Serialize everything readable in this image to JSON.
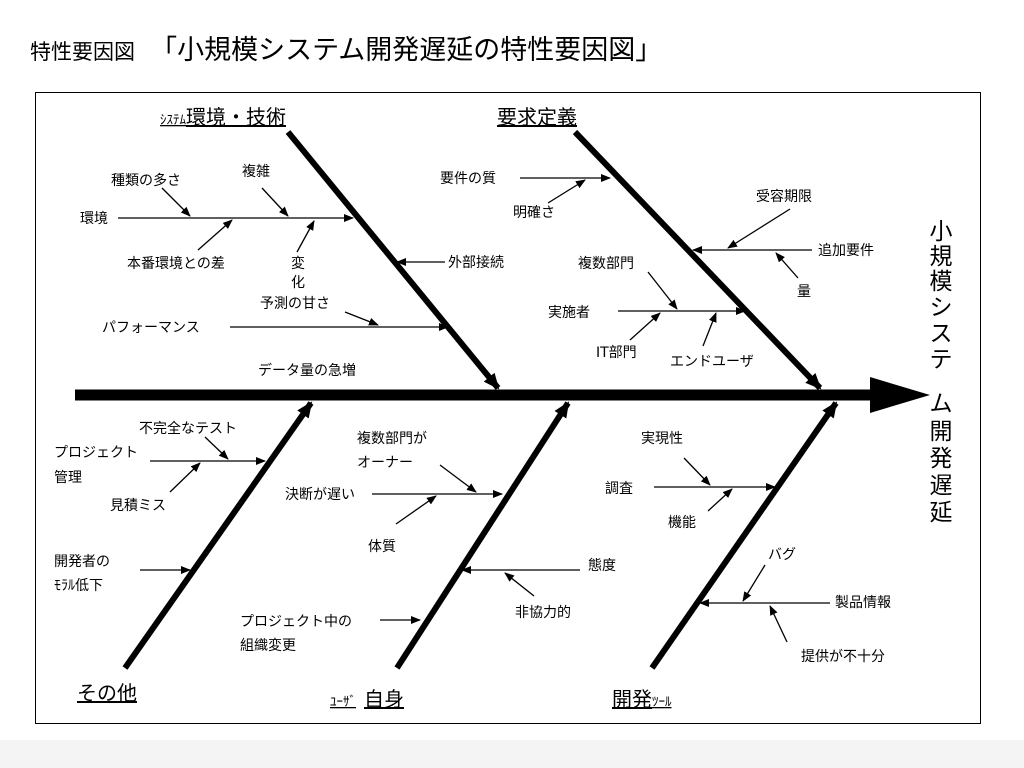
{
  "title": {
    "label": "特性要因図",
    "main": "「小規模システム開発遅延の特性要因図」"
  },
  "effect": [
    "小",
    "規",
    "模",
    "シ",
    "ス",
    "テ",
    "ム",
    "開",
    "発",
    "遅",
    "延"
  ],
  "categories": {
    "system_env": {
      "small": "ｼｽﾃﾑ",
      "main": "環境・技術"
    },
    "requirements": {
      "text": "要求定義"
    },
    "other": {
      "text": "その他"
    },
    "user": {
      "small": "ﾕｰｻﾞ",
      "main": "自身"
    },
    "dev_tool": {
      "main": "開発",
      "small": "ﾂｰﾙ"
    }
  },
  "system_env": {
    "types": "種類の多さ",
    "complex": "複雑",
    "env": "環境",
    "prod_diff": "本番環境との差",
    "change1": "変",
    "change2": "化",
    "external": "外部接続",
    "forecast": "予測の甘さ",
    "performance": "パフォーマンス",
    "data_growth": "データ量の急増"
  },
  "requirements": {
    "quality": "要件の質",
    "clarity": "明確さ",
    "acceptance": "受容期限",
    "added": "追加要件",
    "amount": "量",
    "multi_dept": "複数部門",
    "implementer": "実施者",
    "it_dept": "IT部門",
    "end_user": "エンドユーザ"
  },
  "other": {
    "incomplete_test": "不完全なテスト",
    "pm1": "プロジェクト",
    "pm2": "管理",
    "estimate": "見積ミス",
    "morale1": "開発者の",
    "morale2": "ﾓﾗﾙ低下"
  },
  "user": {
    "owner1": "複数部門が",
    "owner2": "オーナー",
    "decision": "決断が遅い",
    "culture": "体質",
    "attitude": "態度",
    "uncoop": "非協力的",
    "org1": "プロジェクト中の",
    "org2": "組織変更"
  },
  "dev_tool": {
    "feasibility": "実現性",
    "survey": "調査",
    "function": "機能",
    "bug": "バグ",
    "product_info": "製品情報",
    "insufficient": "提供が不十分"
  }
}
